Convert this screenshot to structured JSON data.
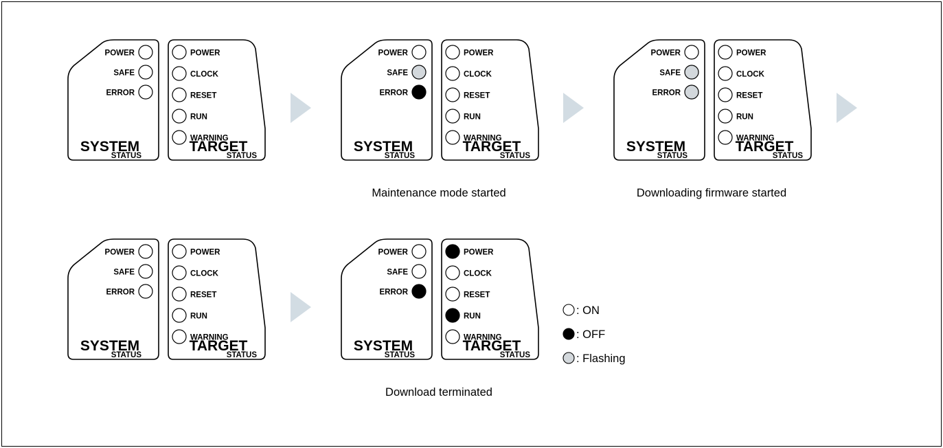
{
  "colors": {
    "on": "#ffffff",
    "off": "#000000",
    "flashing": "#d3d8dc",
    "arrow": "#d2dce3"
  },
  "system_panel": {
    "leds": [
      "POWER",
      "SAFE",
      "ERROR"
    ],
    "title": "SYSTEM",
    "subtitle": "STATUS"
  },
  "target_panel": {
    "leds": [
      "POWER",
      "CLOCK",
      "RESET",
      "RUN",
      "WARNING"
    ],
    "title": "TARGET",
    "subtitle": "STATUS"
  },
  "states": [
    {
      "caption": "",
      "system": [
        "on",
        "on",
        "on"
      ],
      "target": [
        "on",
        "on",
        "on",
        "on",
        "on"
      ]
    },
    {
      "caption": "Maintenance mode started",
      "system": [
        "on",
        "flashing",
        "off"
      ],
      "target": [
        "on",
        "on",
        "on",
        "on",
        "on"
      ]
    },
    {
      "caption": "Downloading firmware started",
      "system": [
        "on",
        "flashing",
        "flashing"
      ],
      "target": [
        "on",
        "on",
        "on",
        "on",
        "on"
      ]
    },
    {
      "caption": "",
      "system": [
        "on",
        "on",
        "on"
      ],
      "target": [
        "on",
        "on",
        "on",
        "on",
        "on"
      ]
    },
    {
      "caption": "Download terminated",
      "system": [
        "on",
        "on",
        "off"
      ],
      "target": [
        "off",
        "on",
        "on",
        "off",
        "on"
      ]
    }
  ],
  "legend": [
    {
      "state": "on",
      "label": ": ON"
    },
    {
      "state": "off",
      "label": ": OFF"
    },
    {
      "state": "flashing",
      "label": ": Flashing"
    }
  ]
}
